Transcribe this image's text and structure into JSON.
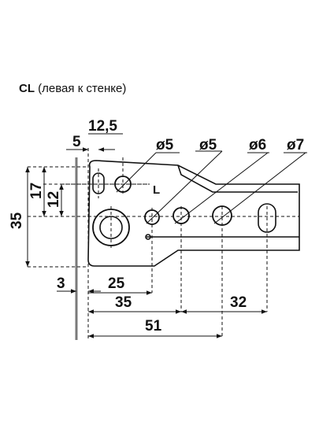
{
  "title": {
    "code": "CL",
    "description": "(левая к стенке)"
  },
  "dimensions": {
    "d12_5": "12,5",
    "d5_small": "5",
    "dia5_a": "ø5",
    "dia5_b": "ø5",
    "dia6": "ø6",
    "dia7": "ø7",
    "d17": "17",
    "d12": "12",
    "d35_vertical": "35",
    "d3": "3",
    "d25": "25",
    "d35_horizontal": "35",
    "d32": "32",
    "d51": "51"
  },
  "part_mark": "L"
}
